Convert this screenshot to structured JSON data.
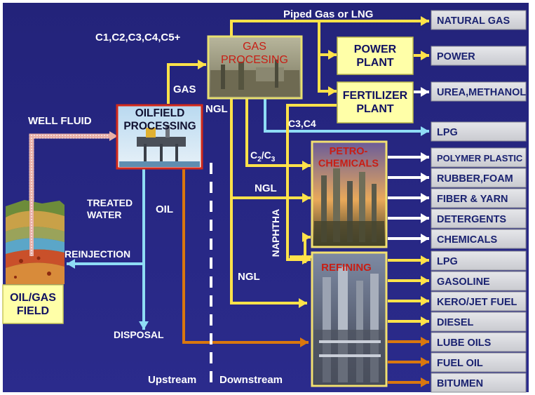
{
  "colors": {
    "background": "#262680",
    "flow_yellow": "#FFE24A",
    "flow_white": "#FFFFFF",
    "flow_lightblue": "#8FDCF5",
    "flow_orange": "#D9770F",
    "well_fluid_arrow": "#E8B0A8",
    "product_box": "#D8D9DD",
    "product_text": "#1A2270",
    "plant_box": "#FFFFA8",
    "red_label": "#C81E14"
  },
  "process": {
    "oilfield_processing": "OILFIELD\nPROCESSING",
    "gas_processing": "GAS\nPROCESING",
    "power_plant": "POWER\nPLANT",
    "fertilizer_plant": "FERTILIZER\nPLANT",
    "petrochemicals": "PETRO-\nCHEMICALS",
    "refining": "REFINING",
    "oil_gas_field": "OIL/GAS\nFIELD"
  },
  "flow_labels": {
    "well_fluid": "WELL FLUID",
    "piped_gas": "Piped Gas or LNG",
    "components": "C1,C2,C3,C4,C5+",
    "gas": "GAS",
    "ngl_top": "NGL",
    "c3c4": "C3,C4",
    "c2c3_main": "C",
    "c2c3_sub1": "2",
    "c2c3_slash": "/C",
    "c2c3_sub2": "3",
    "ngl_mid": "NGL",
    "ngl_bottom": "NGL",
    "naphtha": "NAPHTHA",
    "treated_water": "TREATED\nWATER",
    "oil": "OIL",
    "reinjection": "REINJECTION",
    "disposal": "DISPOSAL",
    "upstream": "Upstream",
    "downstream": "Downstream"
  },
  "products": [
    "NATURAL GAS",
    "POWER",
    "UREA,METHANOL",
    "LPG",
    "POLYMER PLASTIC",
    "RUBBER,FOAM",
    "FIBER & YARN",
    "DETERGENTS",
    "CHEMICALS",
    "LPG",
    "GASOLINE",
    "KERO/JET FUEL",
    "DIESEL",
    "LUBE OILS",
    "FUEL OIL",
    "BITUMEN"
  ]
}
